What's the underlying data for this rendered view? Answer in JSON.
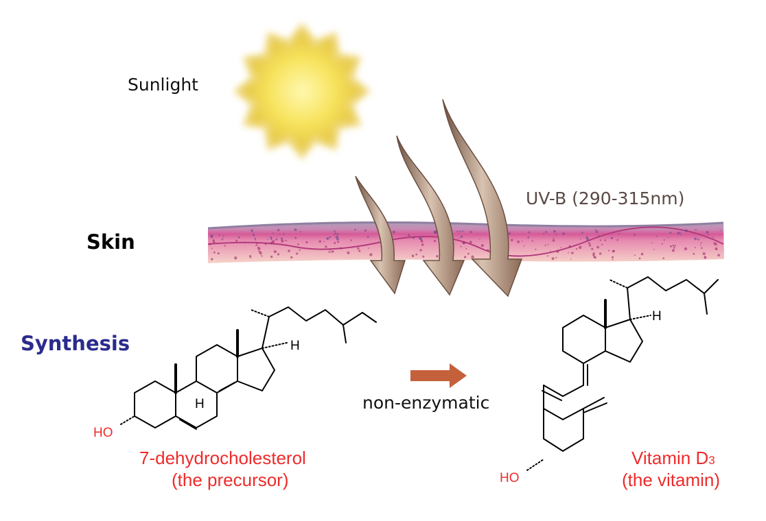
{
  "labels": {
    "sunlight": "Sunlight",
    "uvb": "UV-B (290-315nm)",
    "skin": "Skin",
    "synthesis": "Synthesis",
    "process": "non-enzymatic"
  },
  "precursor": {
    "name": "7-dehydrocholesterol",
    "note": "(the precursor)",
    "hydroxyl": "HO",
    "hydrogen": "H"
  },
  "vitamin": {
    "name": "Vitamin D",
    "subscript": "3",
    "note": "(the vitamin)",
    "hydroxyl": "HO",
    "hydrogen": "H"
  },
  "colors": {
    "sun": "#f7e35c",
    "sun_glow": "#e9c94a",
    "uv_arrow": "#b79a85",
    "uv_arrow_dark": "#7a5c4a",
    "reaction_arrow": "#c5603c",
    "skin_top": "#9a8aa6",
    "skin_epidermis": "#d45a9a",
    "skin_dermis": "#f3c6c0",
    "synthesis_text": "#2b2b8e",
    "compound_label": "#ee2b2b"
  }
}
